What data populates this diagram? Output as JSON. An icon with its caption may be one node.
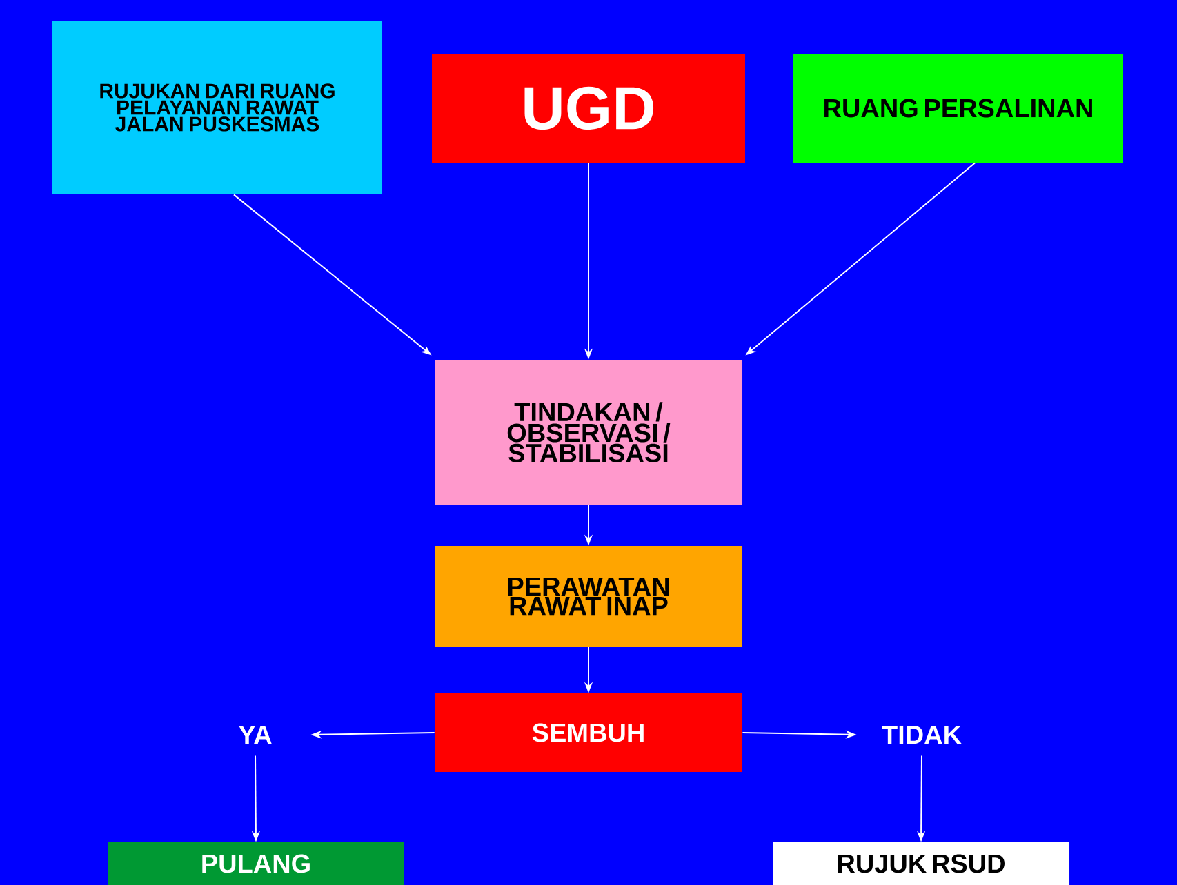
{
  "diagram": {
    "nodes": [
      {
        "text": [
          "RUJUKAN DARI RUANG PELAYANAN RAWAT JALAN PUSKESMAS"
        ]
      },
      {
        "text": [
          "UGD"
        ]
      },
      {
        "text": [
          "RUANG PERSALINAN"
        ]
      },
      {
        "text": [
          "TINDAKAN / OBSERVASI / STABILISASI"
        ]
      },
      {
        "text": [
          "PERAWATAN RAWAT INAP"
        ]
      },
      {
        "text": [
          "SEMBUH"
        ]
      },
      {
        "text": [
          "YA"
        ]
      },
      {
        "text": [
          "TIDAK"
        ]
      },
      {
        "text": [
          "PULANG"
        ]
      },
      {
        "text": [
          "RUJUK RSUD"
        ]
      }
    ],
    "edges": [
      {
        "from": 0,
        "to": 3,
        "arrow": "to"
      },
      {
        "from": 1,
        "to": 3,
        "arrow": "to"
      },
      {
        "from": 2,
        "to": 3,
        "arrow": "to"
      },
      {
        "from": 3,
        "to": 4,
        "arrow": "to"
      },
      {
        "from": 4,
        "to": 5,
        "arrow": "to"
      },
      {
        "from": 5,
        "to": 6,
        "arrow": "to"
      },
      {
        "from": 5,
        "to": 7,
        "arrow": "to"
      },
      {
        "from": 6,
        "to": 8,
        "arrow": "to"
      },
      {
        "from": 7,
        "to": 9,
        "arrow": "to"
      }
    ]
  }
}
